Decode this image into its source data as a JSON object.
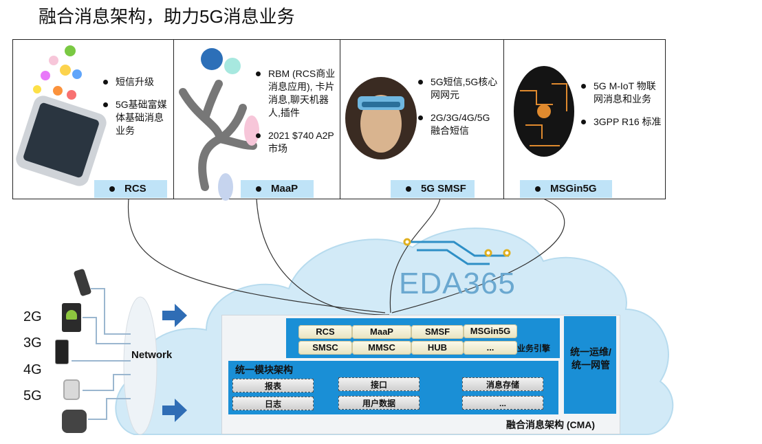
{
  "title": "融合消息架构，助力5G消息业务",
  "panels": [
    {
      "tag": "RCS",
      "bullets": [
        "短信升级",
        "5G基础富媒体基础消息业务"
      ]
    },
    {
      "tag": "MaaP",
      "bullets": [
        "RBM (RCS商业消息应用), 卡片消息,聊天机器人,插件",
        "2021 $740 A2P市场"
      ]
    },
    {
      "tag": "5G SMSF",
      "bullets": [
        "5G短信,5G核心网网元",
        "2G/3G/4G/5G 融合短信"
      ]
    },
    {
      "tag": "MSGin5G",
      "bullets": [
        "5G M-IoT 物联网消息和业务",
        "3GPP R16 标准"
      ]
    }
  ],
  "generations": [
    "2G",
    "3G",
    "4G",
    "5G"
  ],
  "network_label": "Network",
  "watermark": "EDA365",
  "service_engine": {
    "label": "业务引擎",
    "row1": [
      "RCS",
      "MaaP",
      "SMSF",
      "MSGin5G"
    ],
    "row2": [
      "SMSC",
      "MMSC",
      "HUB",
      "..."
    ]
  },
  "module_arch": {
    "label": "统一模块架构",
    "row1": [
      "报表",
      "接口",
      "消息存储"
    ],
    "row2": [
      "日志",
      "用户数据",
      "..."
    ]
  },
  "ops": "统一运维/统一网管",
  "cma_label": "融合消息架构 (CMA)",
  "colors": {
    "accent_blue": "#1a8fd6",
    "light_blue": "#bfe3f7",
    "cloud": "#d2eaf7"
  }
}
